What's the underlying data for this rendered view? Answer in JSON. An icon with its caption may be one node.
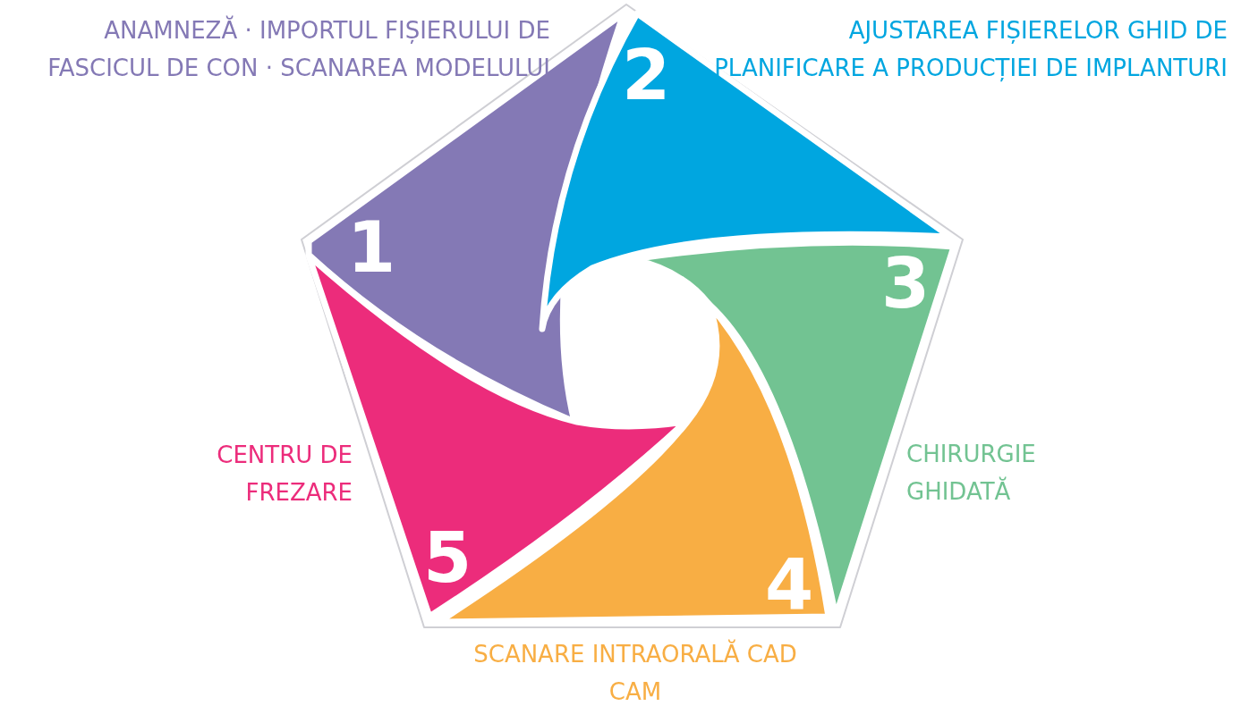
{
  "diagram": {
    "nodes": [
      {
        "text": [
          "1"
        ],
        "beside": [
          "ANAMNEZĂ · IMPORTUL FIȘIERULUI DE FASCICUL DE CON · SCANAREA MODELULUI"
        ]
      },
      {
        "text": [
          "2"
        ],
        "beside": [
          "AJUSTAREA FIȘIERELOR GHID DE PLANIFICARE A PRODUCȚIEI DE IMPLANTURI"
        ]
      },
      {
        "text": [
          "3"
        ],
        "beside": [
          "CHIRURGIE GHIDATĂ"
        ]
      },
      {
        "text": [
          "4"
        ],
        "beside": [
          "SCANARE INTRAORALĂ CAD CAM"
        ]
      },
      {
        "text": [
          "5"
        ],
        "beside": [
          "CENTRU DE FREZARE"
        ]
      }
    ],
    "edges": []
  }
}
